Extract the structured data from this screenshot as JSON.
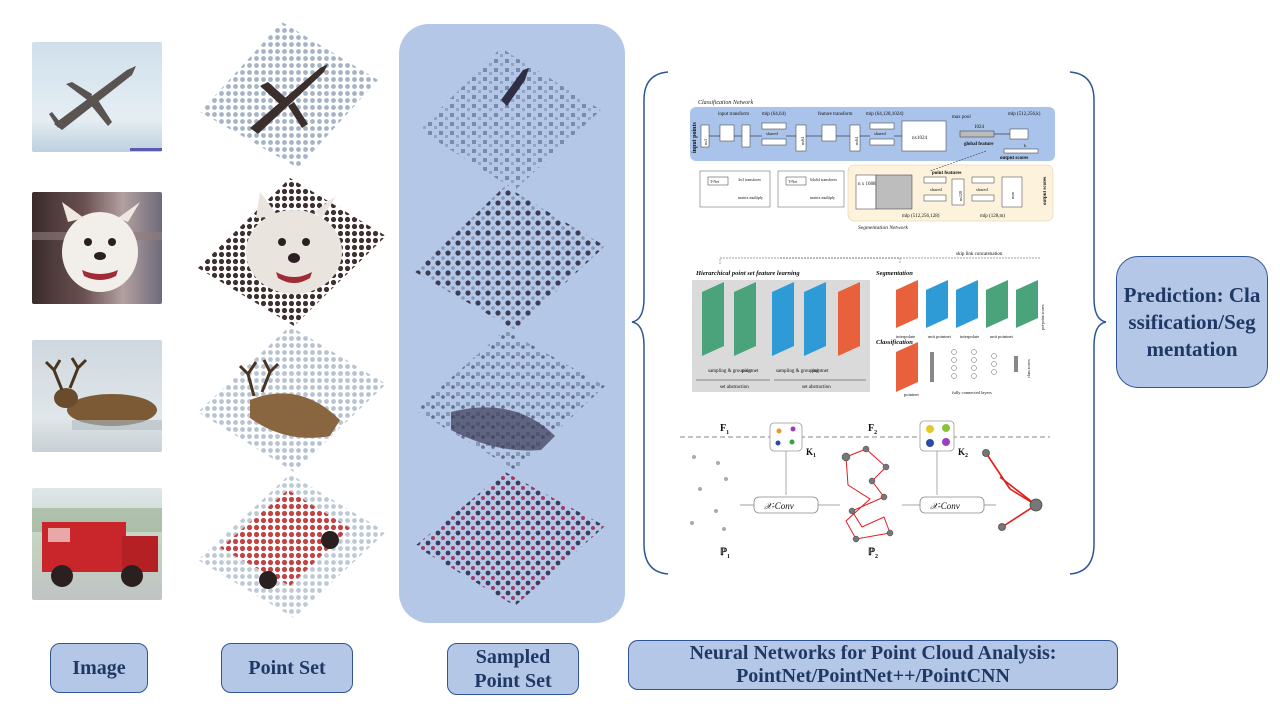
{
  "captions": {
    "image": "Image",
    "point_set": "Point Set",
    "sampled_line1": "Sampled",
    "sampled_line2": "Point Set",
    "networks_line1": "Neural Networks for Point Cloud Analysis:",
    "networks_line2": "PointNet/PointNet++/PointCNN",
    "prediction": "Prediction: Classification/Segmentation"
  },
  "rows": [
    "airplane",
    "dog",
    "deer",
    "truck"
  ],
  "pointnet": {
    "classification_network": "Classification Network",
    "input_points": "input points",
    "input_transform": "input transform",
    "mlp_64_64": "mlp (64,64)",
    "feature_transform": "feature transform",
    "mlp_64_128_1024": "mlp (64,128,1024)",
    "max_pool": "max pool",
    "dim_1024": "1024",
    "global_feature": "global feature",
    "mlp_512_256_k": "mlp (512,256,k)",
    "output_scores": "output scores",
    "k": "k",
    "nx3": "nx3",
    "nx64": "nx64",
    "nx1024": "nx1024",
    "shared": "shared",
    "tnet": "T-Net",
    "t3x3": "3x3 transform",
    "t64x64": "64x64 transform",
    "matrix_multiply": "matrix multiply",
    "point_features": "point features",
    "n_x_1088": "n x 1088",
    "nx128": "nx128",
    "nxm": "nxm",
    "mlp_512_256_128": "mlp (512,256,128)",
    "mlp_128_m": "mlp (128,m)",
    "segmentation_network": "Segmentation Network"
  },
  "pointnet2": {
    "hierarchical": "Hierarchical point set feature learning",
    "skip_link": "skip link concatenation",
    "segmentation": "Segmentation",
    "classification": "Classification",
    "sampling_grouping": "sampling & grouping",
    "pointnet": "pointnet",
    "set_abstraction": "set abstraction",
    "interpolate": "interpolate",
    "unit_pointnet": "unit pointnet",
    "fully_connected": "fully connected layers",
    "class_scores": "class scores",
    "per_point_scores": "per-point scores"
  },
  "pointcnn": {
    "F1": "F",
    "F1_sub": "1",
    "F2": "F",
    "F2_sub": "2",
    "K1": "K",
    "K1_sub": "1",
    "K2": "K",
    "K2_sub": "2",
    "xconv": "𝒳-Conv",
    "P1": "ℙ",
    "P1_sub": "1",
    "P2": "ℙ",
    "P2_sub": "2"
  },
  "colors": {
    "caption_fill": "#b4c7e7",
    "caption_border": "#2f5597",
    "caption_text": "#1f3864",
    "panel": "#b4c7e7",
    "brace": "#2f5597",
    "pn_bg": "#a9c3ea",
    "seg_bg": "#fdf3dc",
    "green": "#4aa37a",
    "blue": "#2e9bd6",
    "red": "#e8603c",
    "arrow_red": "#e31b1b"
  }
}
